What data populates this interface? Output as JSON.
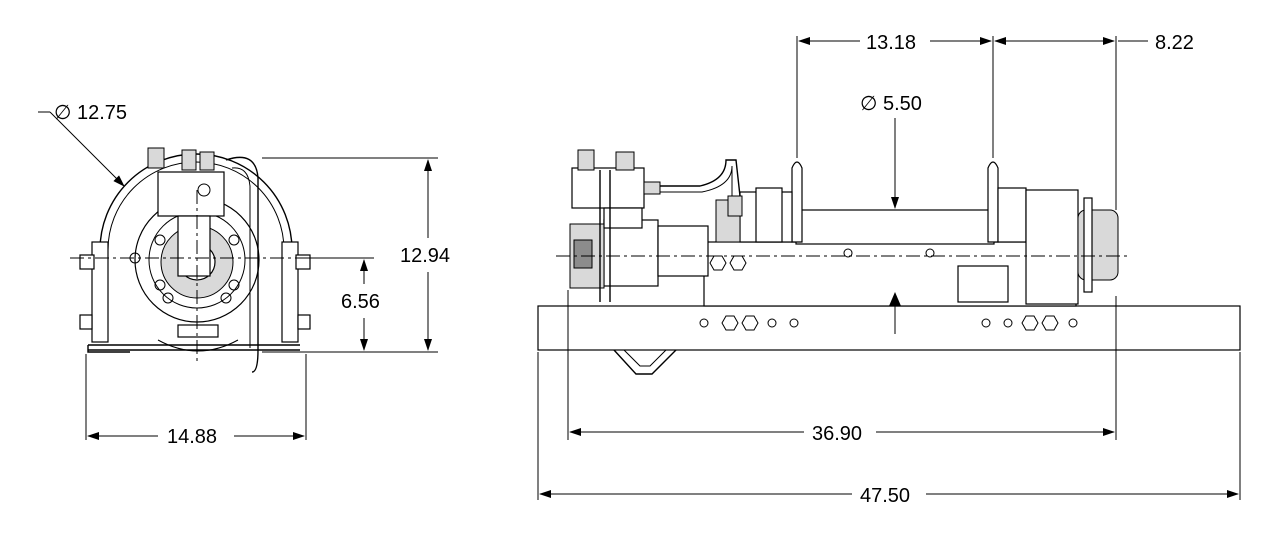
{
  "end_view": {
    "drum_diameter_label": "∅ 12.75",
    "overall_height": "12.94",
    "centerline_height": "6.56",
    "base_width": "14.88"
  },
  "side_view": {
    "flange_spacing": "13.18",
    "motor_end_offset": "8.22",
    "barrel_diameter_label": "∅ 5.50",
    "winch_length": "36.90",
    "base_length": "47.50"
  }
}
